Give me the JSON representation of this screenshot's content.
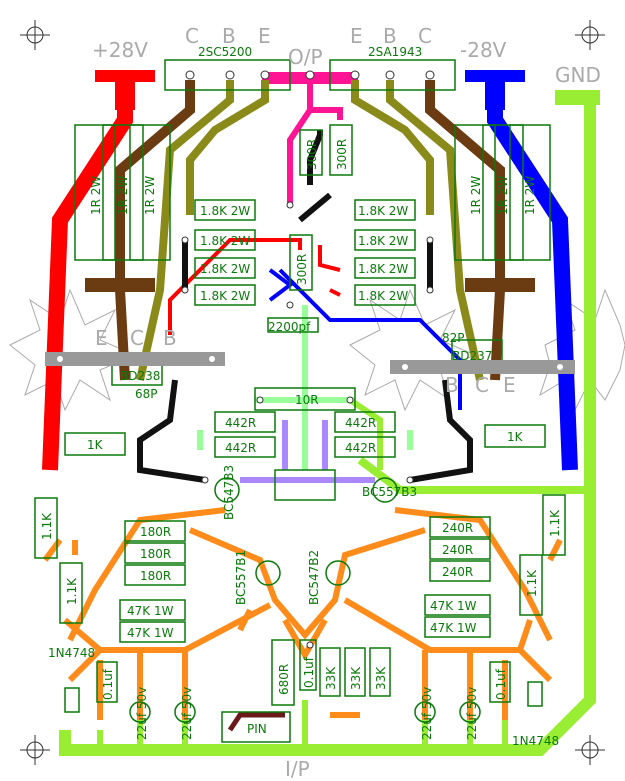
{
  "terminals": {
    "pos_supply": "+28V",
    "neg_supply": "-28V",
    "output": "O/P",
    "input": "I/P",
    "ground": "GND",
    "pin": "PIN"
  },
  "transistors": {
    "npn_power": "2SC5200",
    "pnp_power": "2SA1943",
    "npn_pins": [
      "C",
      "B",
      "E"
    ],
    "pnp_pins": [
      "E",
      "B",
      "C"
    ],
    "driver_left": "BD238",
    "driver_right": "BD237",
    "driver_left_pins": [
      "E",
      "C",
      "B"
    ],
    "driver_right_pins": [
      "B",
      "C",
      "E"
    ],
    "q_left": "BC547B3",
    "q_right": "BC557B3",
    "diff_left": "BC557B1",
    "diff_right": "BC547B2"
  },
  "resistors": {
    "r_1r": "1R 2W",
    "r_1k8": "1.8K 2W",
    "r_300": "300R",
    "r_300d": "300R",
    "r_10": "10R",
    "r_442": "442R",
    "r_1k": "1K",
    "r_1k1": "1.1K",
    "r_180": "180R",
    "r_240": "240R",
    "r_47k": "47K 1W",
    "r_680": "680R",
    "r_33k": "33K"
  },
  "capacitors": {
    "c_2200pf": "2200pf",
    "c_8p": "68P",
    "c_01uf": "0.1uf",
    "c_22uf": "22uf 50v",
    "c_82": "82P"
  },
  "diodes": {
    "zener": "1N4748"
  },
  "colors": {
    "pos_rail": "#ff0000",
    "neg_rail": "#0000ff",
    "output_trace": "#ff1493",
    "ground_trace": "#99ee33",
    "npn_trace": "#6b3b12",
    "olive_trace": "#8a8a1a",
    "black_trace": "#111111",
    "orange_trace": "#ff8c1a",
    "input_trace": "#aa88ff",
    "mid_green": "#99ff99",
    "component_outline": "#0a7a0a"
  }
}
